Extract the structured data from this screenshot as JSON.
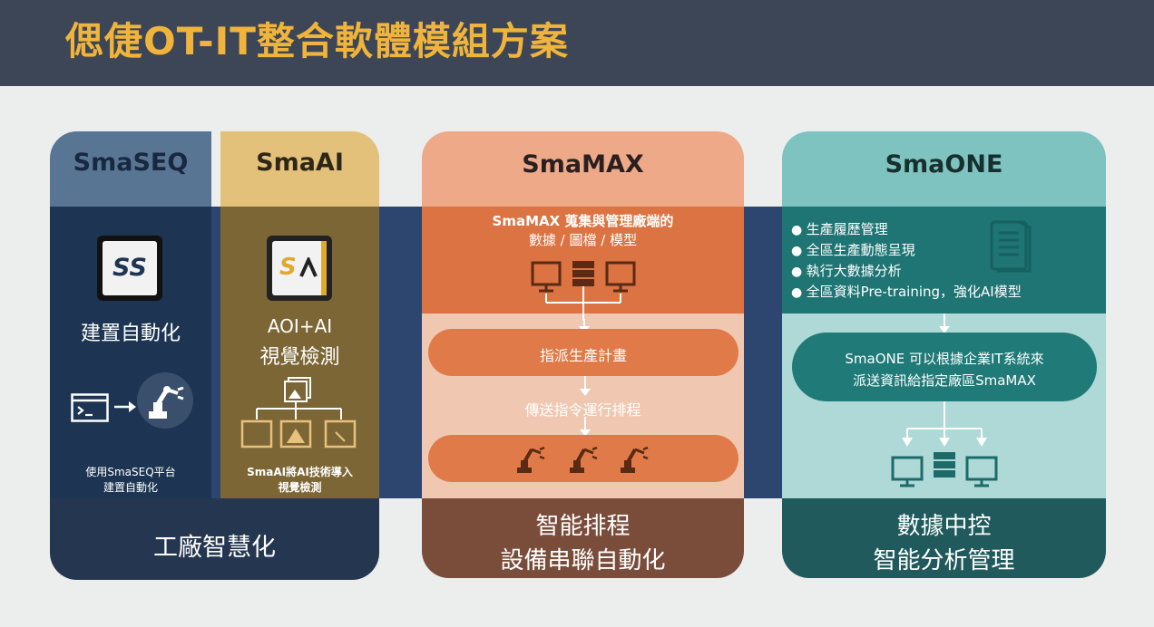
{
  "title": "偲倢OT-IT整合軟體模組方案",
  "colors": {
    "header_bg": "#3c4656",
    "title": "#f0b43c",
    "navy": "#1d3552",
    "gold": "#7c6636",
    "orange": "#dc7342",
    "teal": "#1f7474"
  },
  "group_factory": {
    "label": "工廠智慧化",
    "smaseq": {
      "name": "SmaSEQ",
      "logo_text": "SS",
      "feature": "建置自動化",
      "caption_line1": "使用SmaSEQ平台",
      "caption_line2": "建置自動化"
    },
    "smaai": {
      "name": "SmaAI",
      "logo_text": "S",
      "feature_line1": "AOI+AI",
      "feature_line2": "視覺檢測",
      "caption_line1": "SmaAI將AI技術導入",
      "caption_line2": "視覺檢測"
    }
  },
  "smamax": {
    "name": "SmaMAX",
    "desc_line1": "SmaMAX 蒐集與管理廠端的",
    "desc_line2": "數據 / 圖檔 / 模型",
    "step1": "指派生產計畫",
    "step2": "傳送指令運行排程",
    "footer_line1": "智能排程",
    "footer_line2": "設備串聯自動化"
  },
  "smaone": {
    "name": "SmaONE",
    "bullets": [
      "生產履歷管理",
      "全區生產動態呈現",
      "執行大數據分析",
      "全區資料Pre-training，強化AI模型"
    ],
    "pill_line1": "SmaONE 可以根據企業IT系統來",
    "pill_line2": "派送資訊給指定廠區SmaMAX",
    "footer_line1": "數據中控",
    "footer_line2": "智能分析管理"
  }
}
